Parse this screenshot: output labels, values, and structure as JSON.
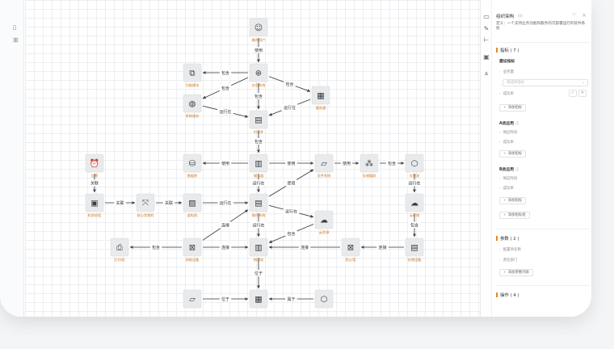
{
  "leftbar": {
    "icons": [
      "panel-icon",
      "grid-icon"
    ]
  },
  "canvas": {
    "nodes": [
      {
        "id": "user",
        "label": "最终用户",
        "icon": "person"
      },
      {
        "id": "app",
        "label": "应用系统",
        "icon": "app"
      },
      {
        "id": "func",
        "label": "功能模块",
        "icon": "puzzle"
      },
      {
        "id": "svc",
        "label": "系统服务",
        "icon": "saturn"
      },
      {
        "id": "hw",
        "label": "服务器",
        "icon": "chip"
      },
      {
        "id": "mw",
        "label": "中间件",
        "icon": "cube"
      },
      {
        "id": "db",
        "label": "数据库",
        "icon": "database"
      },
      {
        "id": "host",
        "label": "服务器",
        "icon": "server"
      },
      {
        "id": "fs",
        "label": "文件系统",
        "icon": "folder"
      },
      {
        "id": "nodes3",
        "label": "存储集群",
        "icon": "nodes"
      },
      {
        "id": "hexa",
        "label": "存储池",
        "icon": "hexagon"
      },
      {
        "id": "alarm",
        "label": "告警",
        "icon": "alarm"
      },
      {
        "id": "rack",
        "label": "机房机柜",
        "icon": "rack"
      },
      {
        "id": "sw",
        "label": "核心交换机",
        "icon": "switch"
      },
      {
        "id": "vm",
        "label": "虚拟机",
        "icon": "vm"
      },
      {
        "id": "os",
        "label": "操作系统",
        "icon": "os"
      },
      {
        "id": "cloud",
        "label": "云资源",
        "icon": "cloud"
      },
      {
        "id": "cloud2",
        "label": "云存储",
        "icon": "cloud"
      },
      {
        "id": "printer",
        "label": "打印机",
        "icon": "printer"
      },
      {
        "id": "net",
        "label": "网络设备",
        "icon": "x-box"
      },
      {
        "id": "phy",
        "label": "物理机",
        "icon": "server"
      },
      {
        "id": "fw",
        "label": "防火墙",
        "icon": "x-box"
      },
      {
        "id": "storage",
        "label": "存储设备",
        "icon": "storage"
      },
      {
        "id": "folder2",
        "label": "",
        "icon": "folder"
      },
      {
        "id": "dc",
        "label": "",
        "icon": "building"
      },
      {
        "id": "hex2",
        "label": "",
        "icon": "hexagon"
      }
    ],
    "edges": [
      {
        "from": "user",
        "to": "app",
        "label": "使用"
      },
      {
        "from": "app",
        "to": "func",
        "label": "包含"
      },
      {
        "from": "app",
        "to": "svc",
        "label": "包含"
      },
      {
        "from": "app",
        "to": "hw",
        "label": "包含"
      },
      {
        "from": "app",
        "to": "mw",
        "label": "包含"
      },
      {
        "from": "svc",
        "to": "mw",
        "label": "运行在"
      },
      {
        "from": "hw",
        "to": "mw",
        "label": "运行在"
      },
      {
        "from": "mw",
        "to": "host",
        "label": "包含"
      },
      {
        "from": "host",
        "to": "db",
        "label": "使用"
      },
      {
        "from": "host",
        "to": "fs",
        "label": "使用"
      },
      {
        "from": "fs",
        "to": "nodes3",
        "label": "使用"
      },
      {
        "from": "nodes3",
        "to": "hexa",
        "label": "包含"
      },
      {
        "from": "host",
        "to": "os",
        "label": "运行在"
      },
      {
        "from": "hexa",
        "to": "cloud2",
        "label": "运行在"
      },
      {
        "from": "cloud2",
        "to": "storage",
        "label": "包含"
      },
      {
        "from": "alarm",
        "to": "rack",
        "label": "关联"
      },
      {
        "from": "rack",
        "to": "sw",
        "label": "关联"
      },
      {
        "from": "sw",
        "to": "vm",
        "label": "关联"
      },
      {
        "from": "vm",
        "to": "os",
        "label": "运行在"
      },
      {
        "from": "os",
        "to": "fs",
        "label": "使用"
      },
      {
        "from": "os",
        "to": "cloud",
        "label": "运行在"
      },
      {
        "from": "cloud",
        "to": "phy",
        "label": "包含"
      },
      {
        "from": "os",
        "to": "phy",
        "label": "运行在"
      },
      {
        "from": "net",
        "to": "printer",
        "label": "包含"
      },
      {
        "from": "net",
        "to": "phy",
        "label": "连接"
      },
      {
        "from": "net",
        "to": "os",
        "label": "连接"
      },
      {
        "from": "fw",
        "to": "phy",
        "label": "连接"
      },
      {
        "from": "storage",
        "to": "fw",
        "label": "连接"
      },
      {
        "from": "phy",
        "to": "dc",
        "label": "位于"
      },
      {
        "from": "folder2",
        "to": "dc",
        "label": "位于"
      },
      {
        "from": "hex2",
        "to": "dc",
        "label": "属于"
      }
    ]
  },
  "panel": {
    "rail_icons": [
      "template-icon",
      "edit-icon",
      "tree-icon",
      "image-icon",
      "network-icon"
    ],
    "title": "组织架构",
    "subtitle": "(0)",
    "description": "定义：一个支持业务功能和服务的可部署运行的软件系统",
    "metrics": {
      "header": "指标 ( 7 )",
      "group1": "建设指标",
      "item1": "业务量",
      "select_placeholder": "请选择指标",
      "item2": "成功率",
      "add_metric": "添加指标",
      "groupA": "A类应用",
      "a_item1": "响应时间",
      "a_item2": "成功率",
      "add_a": "添加指标",
      "groupB": "B类应用",
      "b_item1": "响应时间",
      "b_item2": "成功率",
      "add_b": "添加指标",
      "add_group": "添加指标组"
    },
    "attributes": {
      "header": "参数 ( 2 )",
      "item1": "配置项名称",
      "item2": "责任部门",
      "add": "添加参数列表"
    },
    "operations": {
      "header": "操作 ( 4 )"
    }
  }
}
